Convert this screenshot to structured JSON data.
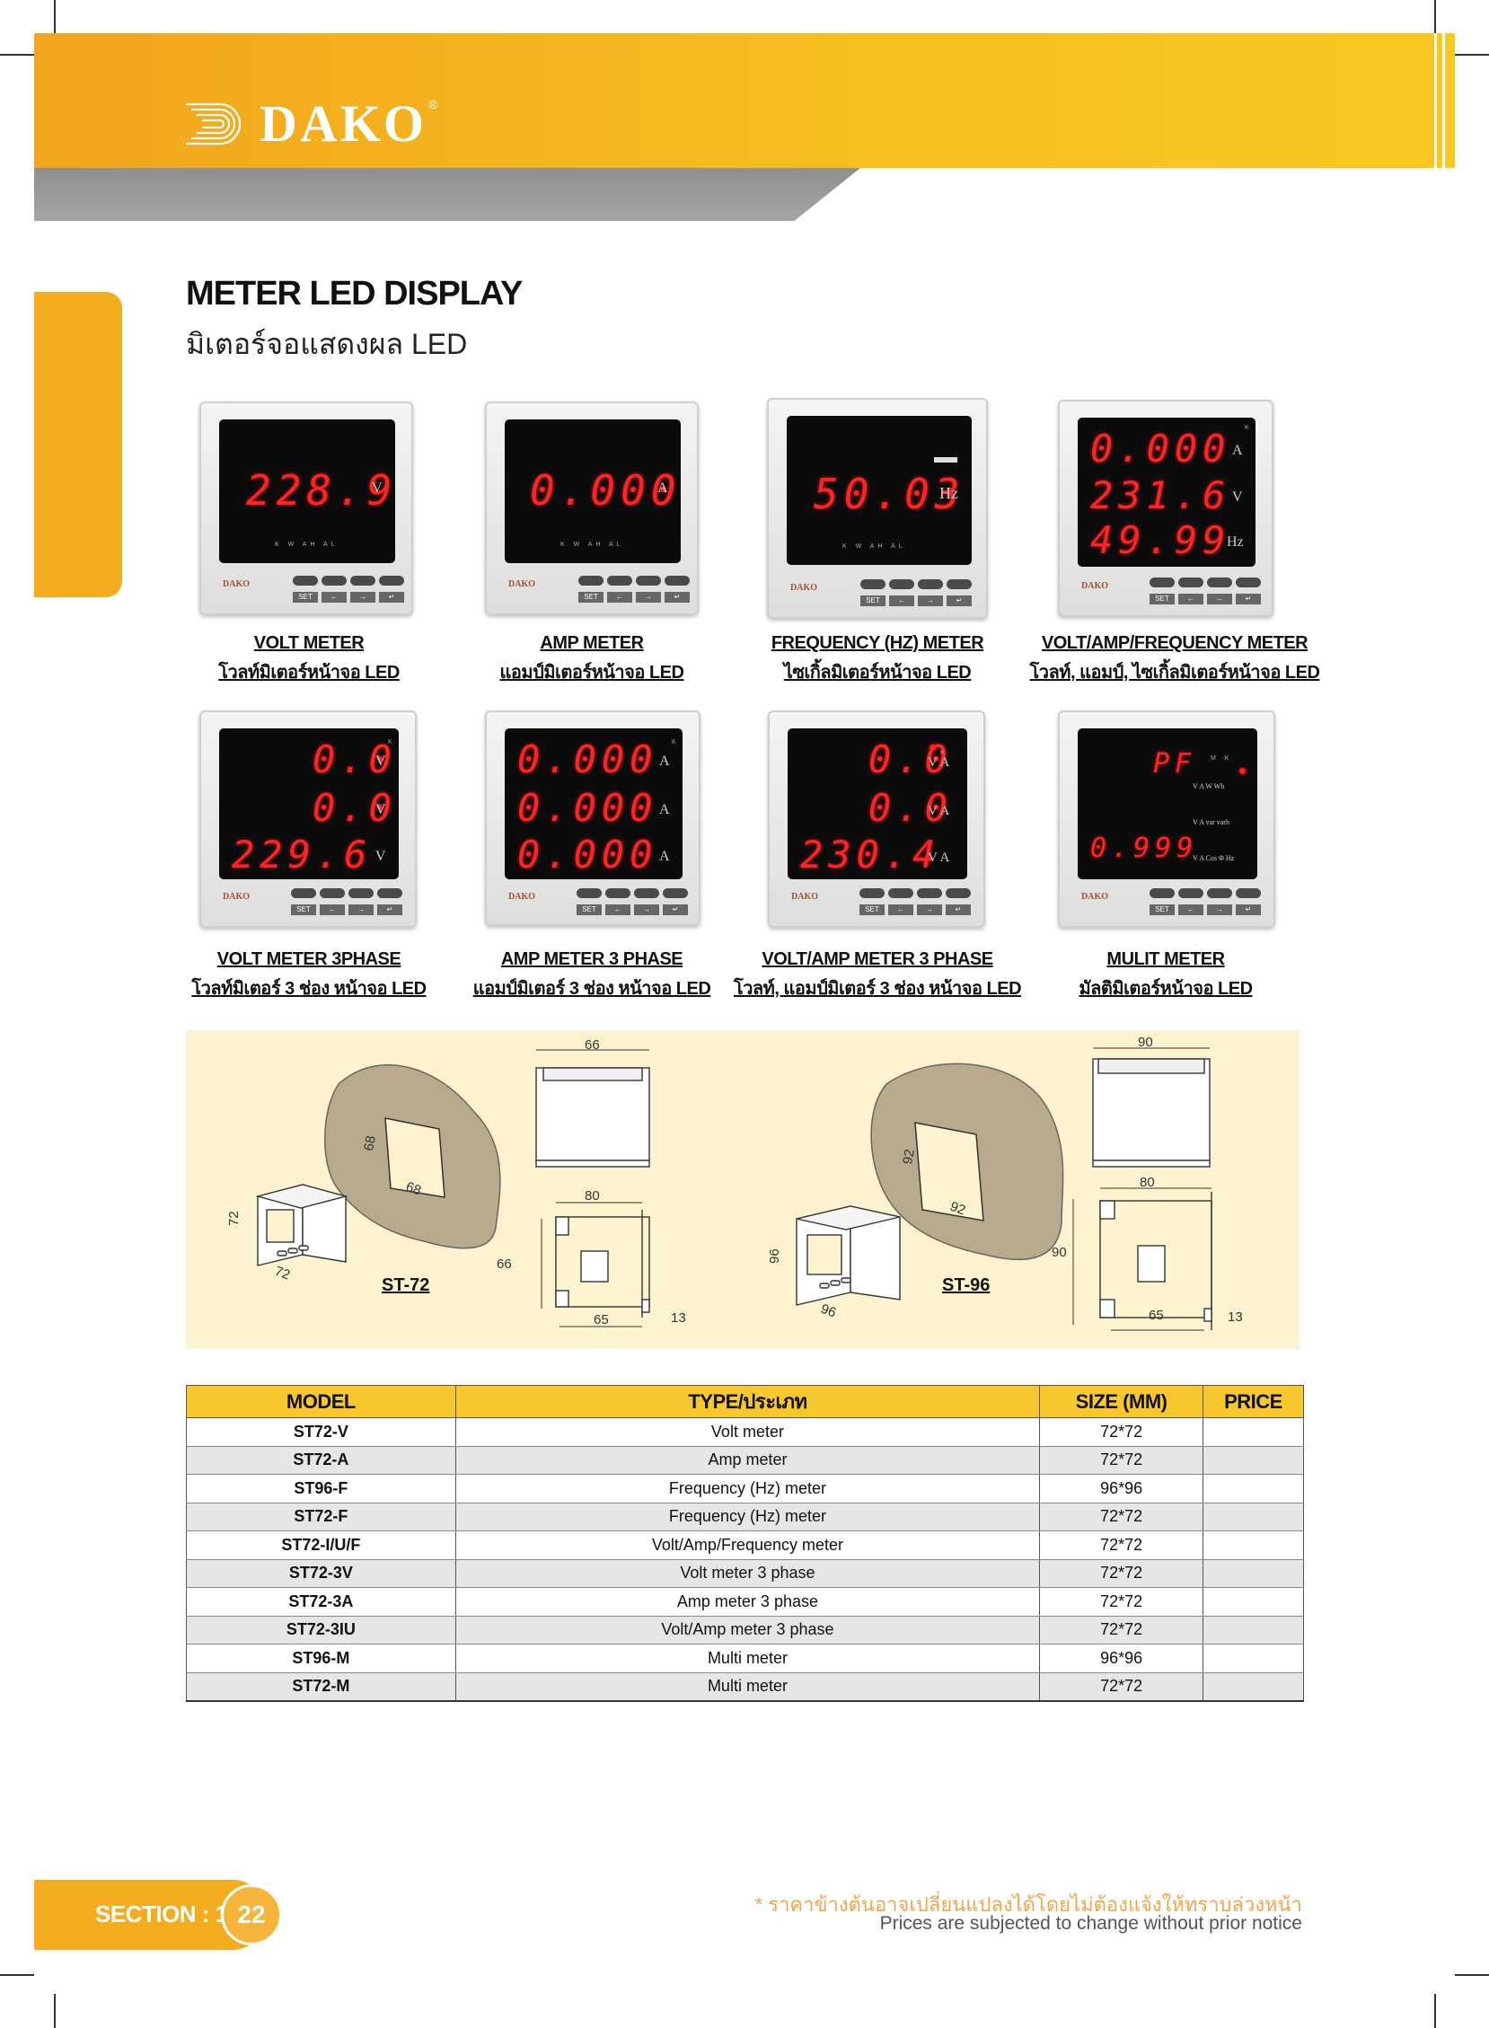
{
  "brand": {
    "name": "DAKO",
    "reg": "®"
  },
  "title": {
    "en": "METER LED DISPLAY",
    "th": "มิเตอร์จอแสดงผล LED"
  },
  "products": [
    {
      "name_en": "VOLT METER",
      "name_th": "โวลท์มิเตอร์หน้าจอ LED",
      "display": {
        "rows": [
          {
            "value": "228.9",
            "unit": "V"
          }
        ],
        "indicators": "K W AH AL"
      }
    },
    {
      "name_en": "AMP METER",
      "name_th": "แอมป์มิเตอร์หน้าจอ LED",
      "display": {
        "rows": [
          {
            "value": "0.000",
            "unit": "A"
          }
        ],
        "indicators": "K W AH AL"
      }
    },
    {
      "name_en": "FREQUENCY (HZ) METER",
      "name_th": "ไซเกิ้ลมิเตอร์หน้าจอ LED",
      "display": {
        "rows": [
          {
            "value": "50.03",
            "unit": "Hz"
          }
        ],
        "indicators": "K W AH AL"
      }
    },
    {
      "name_en": "VOLT/AMP/FREQUENCY METER",
      "name_th": "โวลท์, แอมป์, ไซเกิ้ลมิเตอร์หน้าจอ LED",
      "display": {
        "rows": [
          {
            "value": "0.000",
            "unit": "A"
          },
          {
            "value": "231.6",
            "unit": "V"
          },
          {
            "value": "49.99",
            "unit": "Hz"
          }
        ],
        "indicators": "K"
      }
    },
    {
      "name_en": "VOLT METER 3PHASE",
      "name_th": "โวลท์มิเตอร์ 3 ช่อง หน้าจอ LED",
      "display": {
        "rows": [
          {
            "value": "0.0",
            "unit": "V"
          },
          {
            "value": "0.0",
            "unit": "V"
          },
          {
            "value": "229.6",
            "unit": "V"
          }
        ],
        "indicators": "K"
      }
    },
    {
      "name_en": "AMP METER 3 PHASE",
      "name_th": "แอมป์มิเตอร์ 3 ช่อง หน้าจอ LED",
      "display": {
        "rows": [
          {
            "value": "0.000",
            "unit": "A"
          },
          {
            "value": "0.000",
            "unit": "A"
          },
          {
            "value": "0.000",
            "unit": "A"
          }
        ],
        "indicators": "K"
      }
    },
    {
      "name_en": "VOLT/AMP METER 3 PHASE",
      "name_th": "โวลท์, แอมป์มิเตอร์ 3 ช่อง หน้าจอ LED",
      "display": {
        "rows": [
          {
            "value": "0.0",
            "unit": "V A"
          },
          {
            "value": "0.0",
            "unit": "V A"
          },
          {
            "value": "230.4",
            "unit": "V A"
          }
        ],
        "indicators": "K"
      }
    },
    {
      "name_en": "MULIT METER",
      "name_th": "มัลติมิเตอร์หน้าจอ LED",
      "display": {
        "rows": [
          {
            "value": "PF",
            "unit": "V A W Wh"
          },
          {
            "value": "",
            "unit": "V A var varh"
          },
          {
            "value": "0.999",
            "unit": "V A Cos Φ Hz"
          }
        ],
        "indicators": "M K"
      }
    }
  ],
  "meter_labels": {
    "brand_small": "DAKO",
    "set": "SET",
    "left": "←",
    "right": "→",
    "enter": "↵"
  },
  "diagram": {
    "st72": {
      "label": "ST-72",
      "dims": [
        "66",
        "68",
        "68",
        "72",
        "72",
        "80",
        "66",
        "65",
        "13"
      ]
    },
    "st96": {
      "label": "ST-96",
      "dims": [
        "90",
        "92",
        "92",
        "96",
        "96",
        "80",
        "90",
        "65",
        "13"
      ]
    }
  },
  "table": {
    "headers": [
      "MODEL",
      "TYPE/ประเภท",
      "SIZE (MM)",
      "PRICE"
    ],
    "rows": [
      [
        "ST72-V",
        "Volt meter",
        "72*72",
        ""
      ],
      [
        "ST72-A",
        "Amp meter",
        "72*72",
        ""
      ],
      [
        "ST96-F",
        "Frequency (Hz) meter",
        "96*96",
        ""
      ],
      [
        "ST72-F",
        "Frequency (Hz) meter",
        "72*72",
        ""
      ],
      [
        "ST72-I/U/F",
        "Volt/Amp/Frequency meter",
        "72*72",
        ""
      ],
      [
        "ST72-3V",
        "Volt meter 3 phase",
        "72*72",
        ""
      ],
      [
        "ST72-3A",
        "Amp meter 3 phase",
        "72*72",
        ""
      ],
      [
        "ST72-3IU",
        "Volt/Amp meter 3 phase",
        "72*72",
        ""
      ],
      [
        "ST96-M",
        "Multi meter",
        "96*96",
        ""
      ],
      [
        "ST72-M",
        "Multi meter",
        "72*72",
        ""
      ]
    ]
  },
  "footer": {
    "section": "SECTION : 1",
    "page": "22",
    "note_th": "* ราคาข้างต้นอาจเปลี่ยนแปลงได้โดยไม่ต้องแจ้งให้ทราบล่วงหน้า",
    "note_en": "Prices are subjected to change without prior notice"
  }
}
